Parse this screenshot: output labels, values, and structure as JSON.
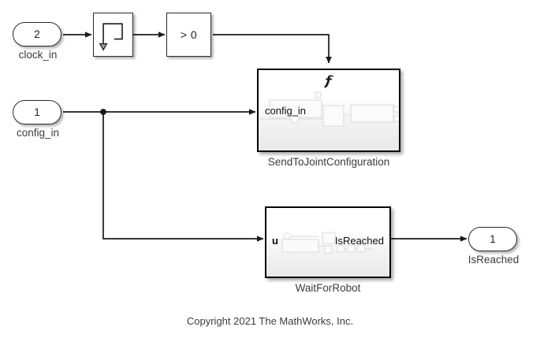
{
  "diagram": {
    "background_color": "#ffffff",
    "line_color": "#1a1a1a",
    "block_border_color": "#2b2b2b",
    "subsystem_border_color": "#000000",
    "ghost_color": "#d8d8d8"
  },
  "inports": [
    {
      "id": "clock_in",
      "number": "2",
      "label": "clock_in"
    },
    {
      "id": "config_in",
      "number": "1",
      "label": "config_in"
    }
  ],
  "outports": [
    {
      "id": "is_reached",
      "number": "1",
      "label": "IsReached"
    }
  ],
  "blocks": [
    {
      "id": "detect_change",
      "icon": "falling-edge-detector-icon",
      "glyph": ""
    },
    {
      "id": "compare_to_zero",
      "icon": "compare-to-zero-icon",
      "glyph": "> 0"
    }
  ],
  "subsystems": [
    {
      "id": "send_to_joint_configuration",
      "caption": "SendToJointConfiguration",
      "trigger_icon": "function-call-trigger-icon",
      "input_label": "config_in",
      "output_label": ""
    },
    {
      "id": "wait_for_robot",
      "caption": "WaitForRobot",
      "trigger_icon": "",
      "input_label": "u",
      "output_label": "IsReached"
    }
  ],
  "annotations": {
    "copyright": "Copyright 2021 The MathWorks, Inc."
  }
}
